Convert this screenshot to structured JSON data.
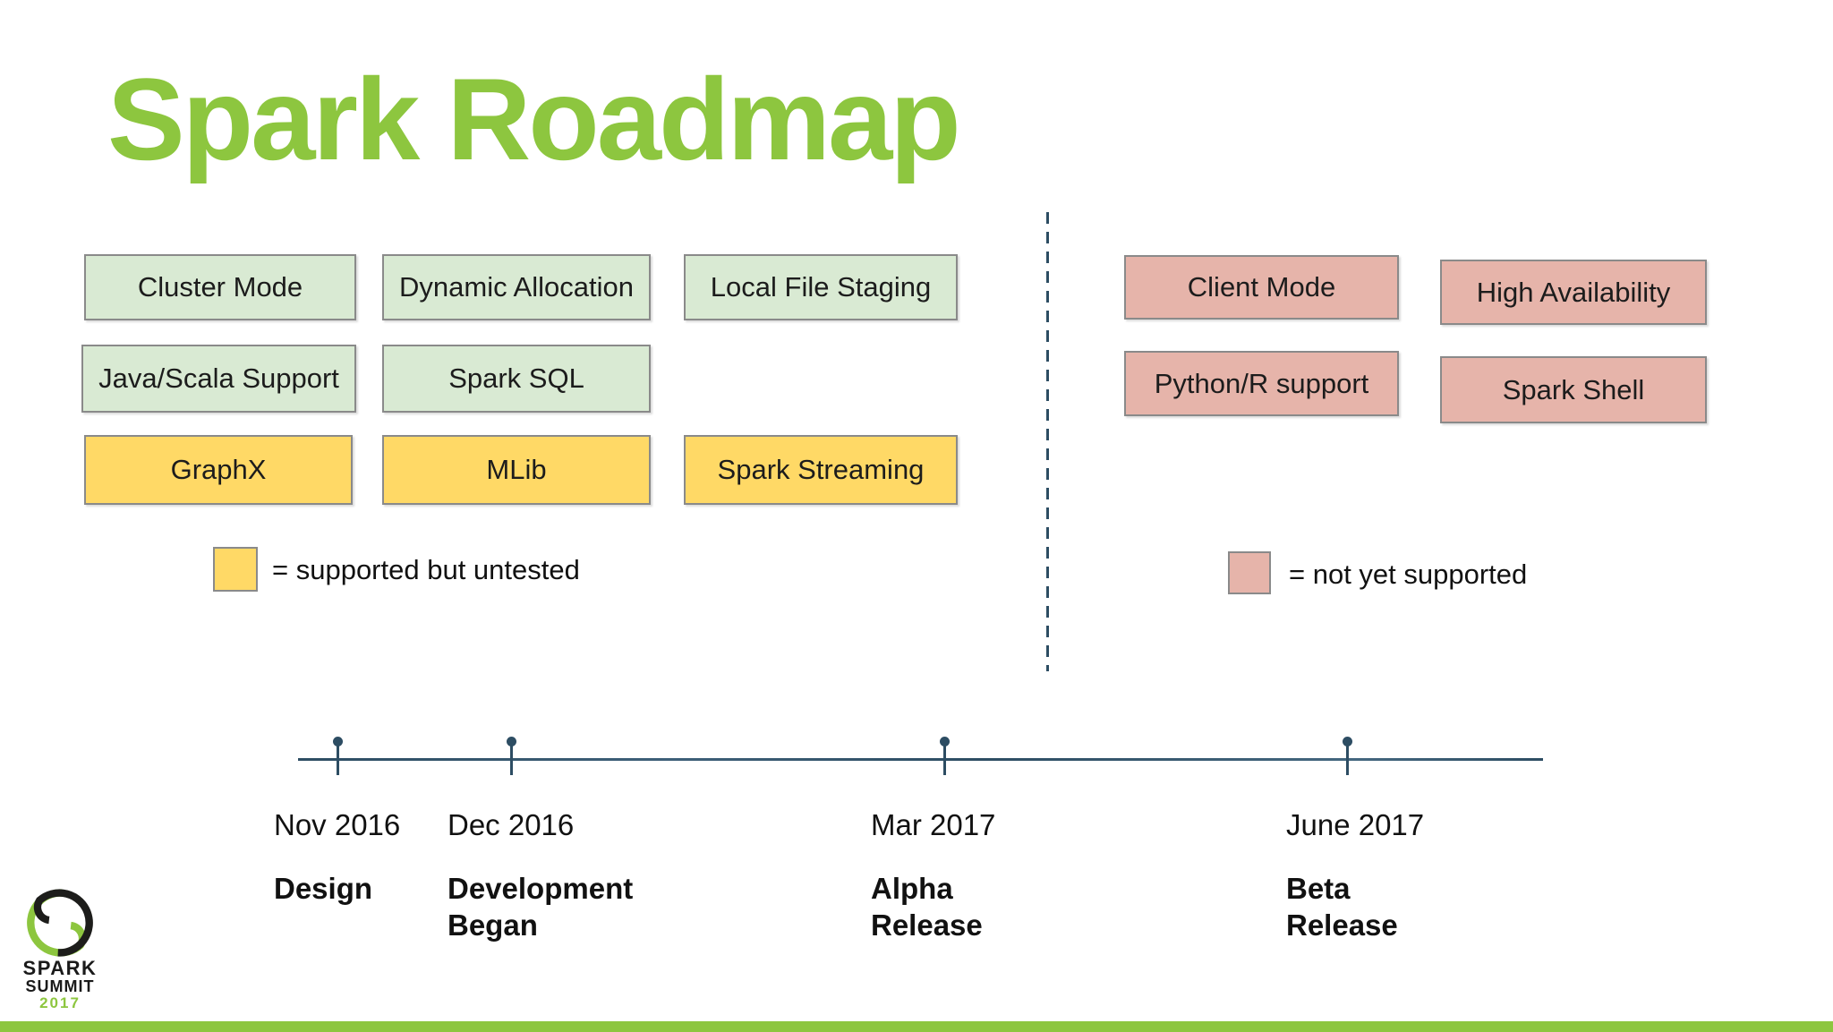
{
  "title": "Spark Roadmap",
  "boxes": {
    "cluster_mode": "Cluster Mode",
    "dynamic_allocation": "Dynamic Allocation",
    "local_file_staging": "Local File Staging",
    "java_scala_support": "Java/Scala Support",
    "spark_sql": "Spark SQL",
    "graphx": "GraphX",
    "mlib": "MLib",
    "spark_streaming": "Spark Streaming",
    "client_mode": "Client Mode",
    "high_availability": "High Availability",
    "python_r_support": "Python/R support",
    "spark_shell": "Spark Shell"
  },
  "legend": {
    "untested": "= supported but untested",
    "not_supported": "= not yet supported"
  },
  "timeline": {
    "milestones": [
      {
        "date": "Nov 2016",
        "label": "Design"
      },
      {
        "date": "Dec 2016",
        "label": "Development\nBegan"
      },
      {
        "date": "Mar 2017",
        "label": "Alpha\nRelease"
      },
      {
        "date": "June 2017",
        "label": "Beta\nRelease"
      }
    ]
  },
  "logo": {
    "line1": "SPARK",
    "line2": "SUMMIT",
    "year": "2017"
  },
  "colors": {
    "title_green": "#8dc63f",
    "supported_fill": "#d9ead3",
    "untested_fill": "#ffd966",
    "not_supported_fill": "#e6b4aa",
    "timeline_blue": "#2d4d63",
    "bottom_bar_green": "#8dc63f"
  }
}
